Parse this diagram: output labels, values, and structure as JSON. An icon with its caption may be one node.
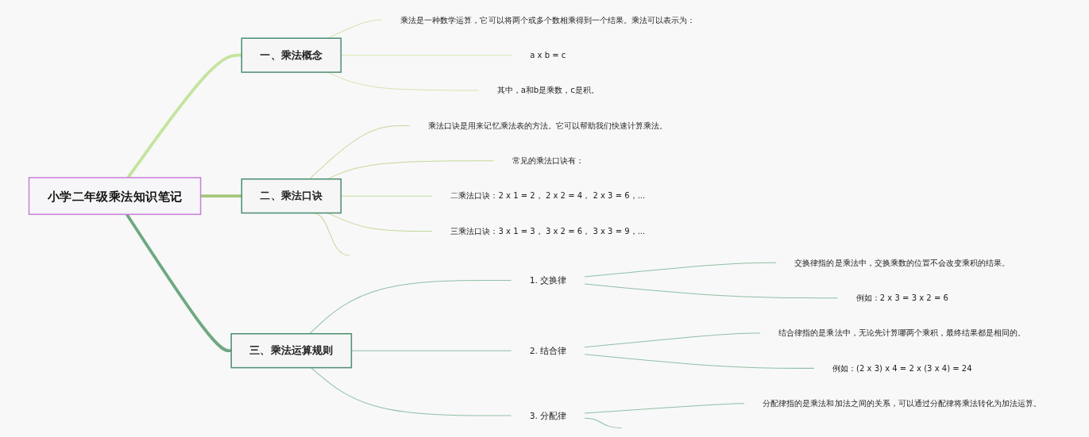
{
  "diagram": {
    "nodes": [
      {
        "text": [
          "小学二年级乘法知识笔记"
        ]
      },
      {
        "text": [
          "一、乘法概念"
        ]
      },
      {
        "text": [
          "乘法是一种数学运算，它可以将两个或多个数相乘得到一个结果。乘法可以表示为："
        ]
      },
      {
        "text": [
          "a x b = c"
        ]
      },
      {
        "text": [
          "其中，a和b是乘数，c是积。"
        ]
      },
      {
        "text": [
          "二、乘法口诀"
        ]
      },
      {
        "text": [
          "乘法口诀是用来记忆乘法表的方法。它可以帮助我们快速计算乘法。"
        ]
      },
      {
        "text": [
          "常见的乘法口诀有："
        ]
      },
      {
        "text": [
          "二乘法口诀：2 x 1 = 2， 2 x 2 = 4， 2 x 3 = 6，..."
        ]
      },
      {
        "text": [
          "三乘法口诀：3 x 1 = 3， 3 x 2 = 6， 3 x 3 = 9，..."
        ]
      },
      {
        "text": [
          "三、乘法运算规则"
        ]
      },
      {
        "text": [
          "1. 交换律"
        ]
      },
      {
        "text": [
          "交换律指的是乘法中，交换乘数的位置不会改变乘积的结果。"
        ]
      },
      {
        "text": [
          "例如：2 x 3 = 3 x 2 = 6"
        ]
      },
      {
        "text": [
          "2. 结合律"
        ]
      },
      {
        "text": [
          "结合律指的是乘法中，无论先计算哪两个乘积，最终结果都是相同的。"
        ]
      },
      {
        "text": [
          "例如：(2 x 3) x 4 = 2 x (3 x 4) = 24"
        ]
      },
      {
        "text": [
          "3. 分配律"
        ]
      },
      {
        "text": [
          "分配律指的是乘法和加法之间的关系，可以通过分配律将乘法转化为加法运算。"
        ]
      }
    ],
    "edges": [
      {
        "from": 0,
        "to": 1,
        "arrow": "none",
        "style": "thick",
        "color": "#c5e39e"
      },
      {
        "from": 1,
        "to": 2,
        "arrow": "none",
        "color": "#d3e4b0"
      },
      {
        "from": 1,
        "to": 3,
        "arrow": "none",
        "color": "#d3e4b0"
      },
      {
        "from": 1,
        "to": 4,
        "arrow": "none",
        "color": "#d3e4b0"
      },
      {
        "from": 0,
        "to": 5,
        "arrow": "none",
        "style": "thick",
        "color": "#a4c77a"
      },
      {
        "from": 5,
        "to": 6,
        "arrow": "none",
        "color": "#c3d89a"
      },
      {
        "from": 5,
        "to": 7,
        "arrow": "none",
        "color": "#c3d89a"
      },
      {
        "from": 5,
        "to": 8,
        "arrow": "none",
        "color": "#c3d89a"
      },
      {
        "from": 5,
        "to": 9,
        "arrow": "none",
        "color": "#c3d89a"
      },
      {
        "from": 5,
        "to": null,
        "arrow": "none",
        "color": "#c3d89a"
      },
      {
        "from": 0,
        "to": 10,
        "arrow": "none",
        "style": "thick",
        "color": "#6fa882"
      },
      {
        "from": 10,
        "to": 11,
        "arrow": "none"
      },
      {
        "from": 11,
        "to": 12,
        "arrow": "none"
      },
      {
        "from": 11,
        "to": 13,
        "arrow": "none"
      },
      {
        "from": 10,
        "to": 14,
        "arrow": "none"
      },
      {
        "from": 14,
        "to": 15,
        "arrow": "none"
      },
      {
        "from": 14,
        "to": 16,
        "arrow": "none"
      },
      {
        "from": 10,
        "to": 17,
        "arrow": "none"
      },
      {
        "from": 17,
        "to": 18,
        "arrow": "none"
      },
      {
        "from": 17,
        "to": null,
        "arrow": "none"
      }
    ]
  }
}
